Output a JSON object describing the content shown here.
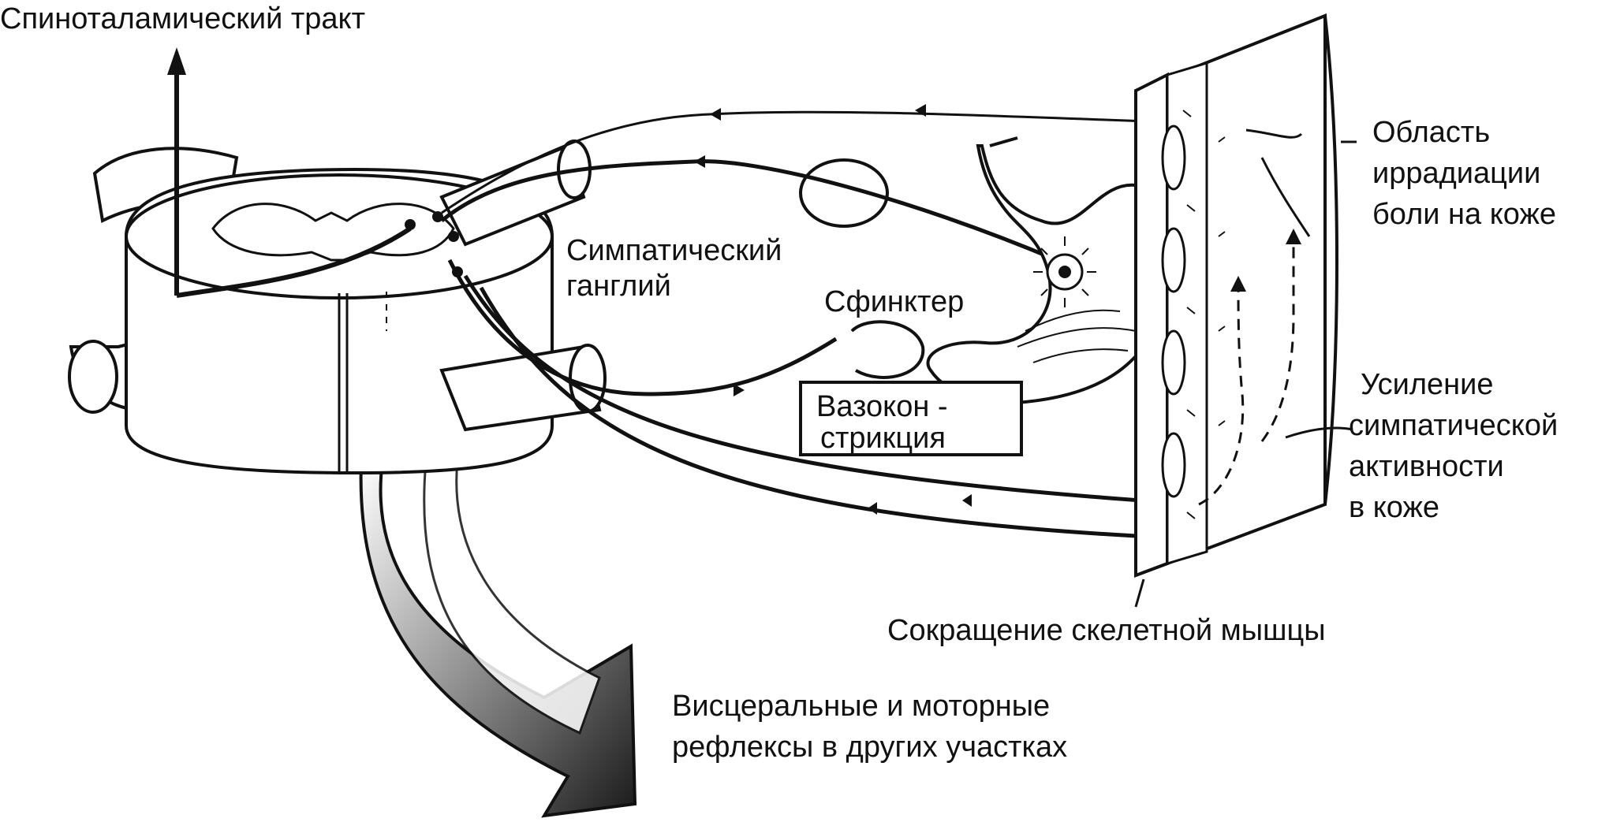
{
  "labels": {
    "spinothalamic": "Спиноталамический тракт",
    "sympathetic_ganglion_1": "Симпатический",
    "sympathetic_ganglion_2": "ганглий",
    "sphincter": "Сфинктер",
    "vasoconstriction_1": "Вазокон -",
    "vasoconstriction_2": "стрикция",
    "pain_area_1": "Область",
    "pain_area_2": "иррадиации",
    "pain_area_3": "боли на коже",
    "symp_activity_1": "Усиление",
    "symp_activity_2": "симпатической",
    "symp_activity_3": "активности",
    "symp_activity_4": "в коже",
    "muscle_contraction": "Сокращение скелетной мышцы",
    "reflexes_1": "Висцеральные и моторные",
    "reflexes_2": "рефлексы в других участках"
  },
  "colors": {
    "ink": "#111111",
    "paper": "#ffffff",
    "shade": "#2a2a2a"
  }
}
